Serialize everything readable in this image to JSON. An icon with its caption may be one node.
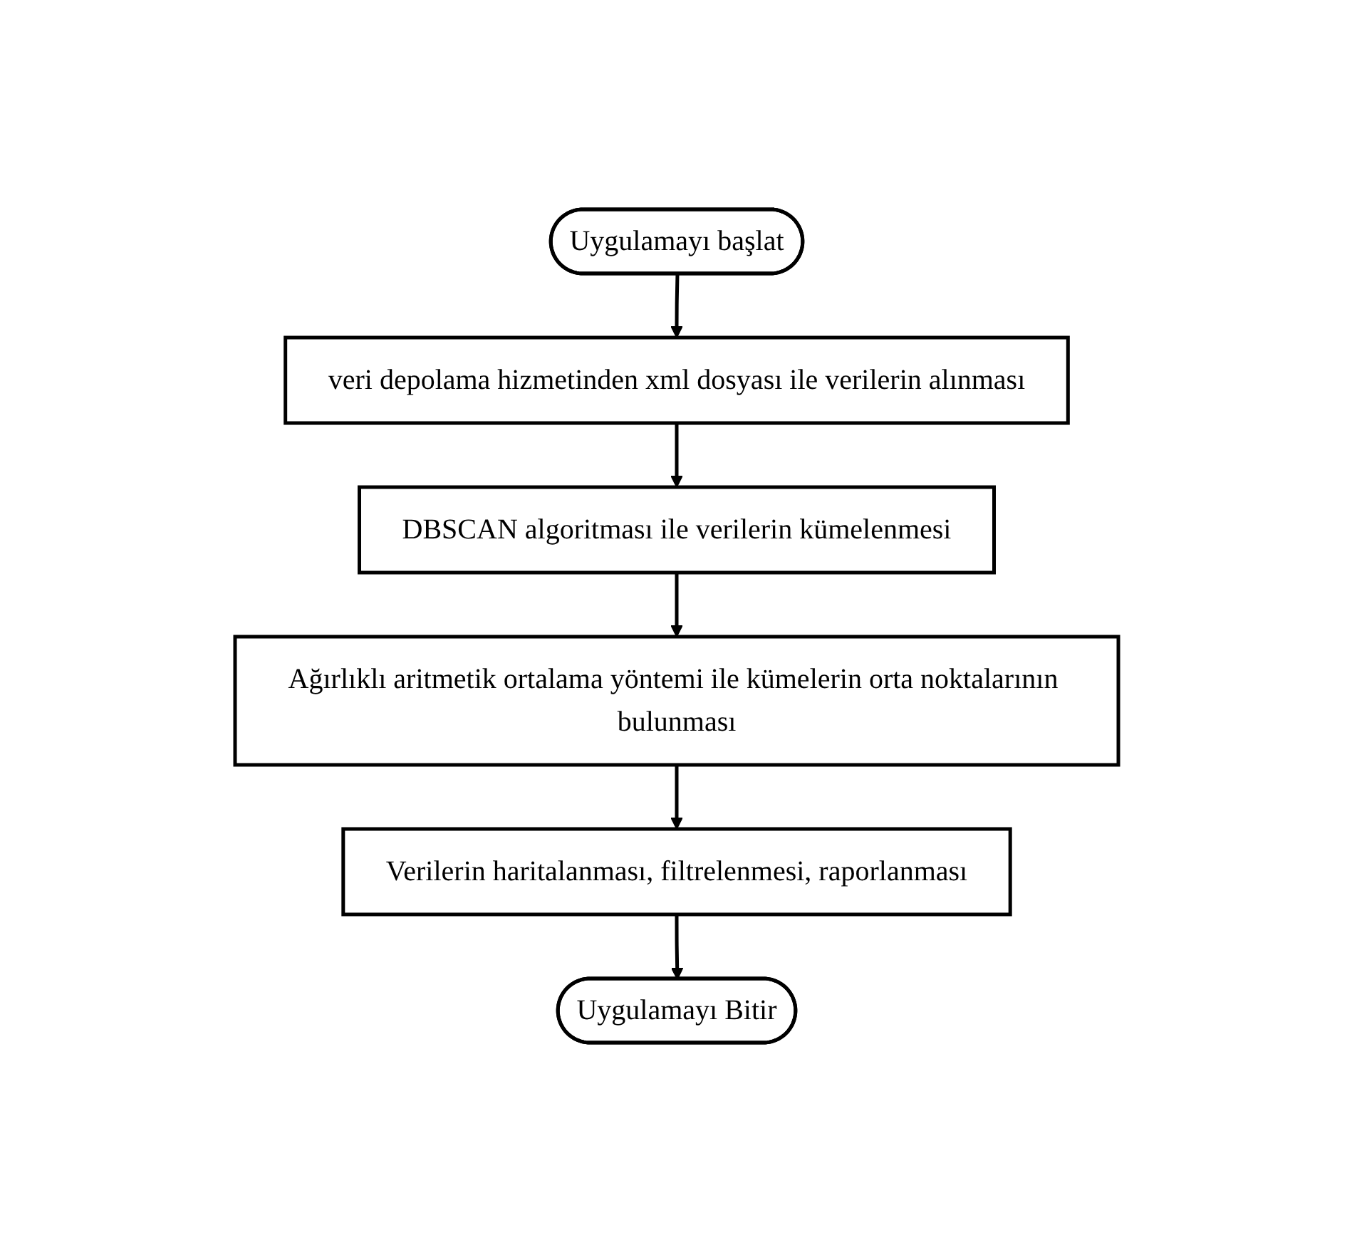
{
  "diagram": {
    "nodes": [
      {
        "text": [
          "Uygulamayı başlat"
        ]
      },
      {
        "text": [
          "veri depolama hizmetinden xml dosyası ile verilerin alınması"
        ]
      },
      {
        "text": [
          "DBSCAN algoritması ile verilerin kümelenmesi"
        ]
      },
      {
        "text": [
          "Ağırlıklı aritmetik ortalama yöntemi ile kümelerin orta noktalarının bulunması"
        ]
      },
      {
        "text": [
          "Verilerin haritalanması, filtrelenmesi, raporlanması"
        ]
      },
      {
        "text": [
          "Uygulamayı Bitir"
        ]
      }
    ],
    "edges": [
      {
        "from": 0,
        "to": 1,
        "arrow": "to"
      },
      {
        "from": 1,
        "to": 2,
        "arrow": "to"
      },
      {
        "from": 2,
        "to": 3,
        "arrow": "to"
      },
      {
        "from": 3,
        "to": 4,
        "arrow": "to"
      },
      {
        "from": 4,
        "to": 5,
        "arrow": "to"
      }
    ]
  }
}
